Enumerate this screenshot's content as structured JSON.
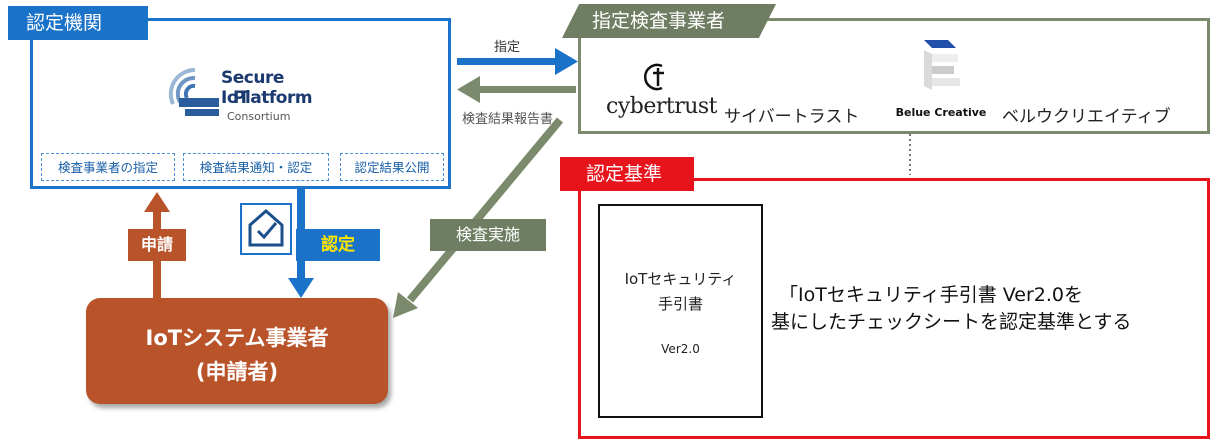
{
  "certification_body": {
    "title": "認定機関",
    "logo": {
      "line1": "Secure IoT",
      "line2": "Platform",
      "line3": "Consortium"
    },
    "buttons": [
      "検査事業者の指定",
      "検査結果通知・認定",
      "認定結果公開"
    ]
  },
  "inspection_vendors": {
    "title": "指定検査事業者",
    "vendors": [
      {
        "logo_text": "cybertrust",
        "name": "サイバートラスト"
      },
      {
        "logo_text": "Belue Creative",
        "name": "ベルウクリエイティブ"
      }
    ]
  },
  "criteria": {
    "title": "認定基準",
    "document": {
      "title_line1": "IoTセキュリティ",
      "title_line2": "手引書",
      "version": "Ver2.0"
    },
    "description_line1": "「IoTセキュリティ手引書 Ver2.0を",
    "description_line2": "基にしたチェックシートを認定基準とする"
  },
  "applicant": {
    "line1": "IoTシステム事業者",
    "line2": "(申請者)"
  },
  "arrows": {
    "designate": "指定",
    "report": "検査結果報告書",
    "inspection": "検査実施",
    "application": "申請",
    "certification": "認定"
  },
  "colors": {
    "blue": "#1a73c9",
    "green": "#6f7e62",
    "red": "#e8141c",
    "brown": "#b9532a"
  }
}
